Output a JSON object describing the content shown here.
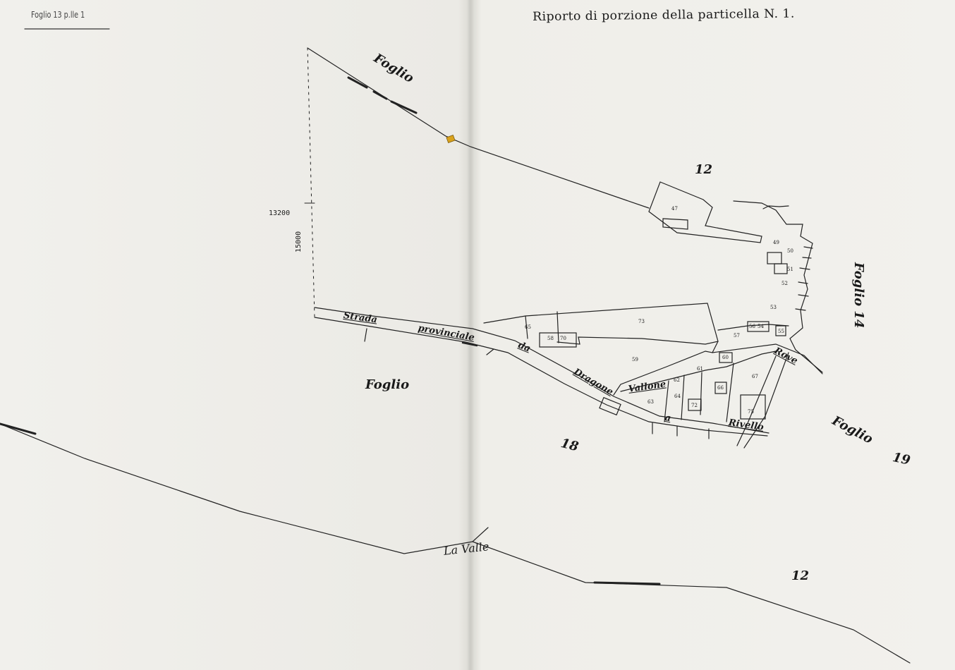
{
  "header": {
    "sheet_note": "Foglio 13 p.lle 1",
    "title": "Riporto di porzione della particella N. 1."
  },
  "map": {
    "labels": {
      "foglio_top": "Foglio",
      "foglio_center": "Foglio",
      "foglio_right_bottom": "Foglio",
      "foglio_14": "Foglio 14",
      "num_12_top": "12",
      "num_12_bottom": "12",
      "num_18": "18",
      "num_19": "19",
      "la_valle": "La Valle"
    },
    "road_words": [
      "Strada",
      "provinciale",
      "da",
      "Dragone",
      "Vallone",
      "a",
      "Rivello",
      "Rove"
    ],
    "coordinates": [
      "13200",
      "15000"
    ],
    "parcel_numbers": [
      "47",
      "49",
      "50",
      "51",
      "52",
      "53",
      "54",
      "55",
      "56",
      "57",
      "58",
      "59",
      "60",
      "61",
      "62",
      "63",
      "64",
      "65",
      "66",
      "67",
      "70",
      "72",
      "73",
      "75"
    ],
    "marker_color": "#d9a21b"
  }
}
